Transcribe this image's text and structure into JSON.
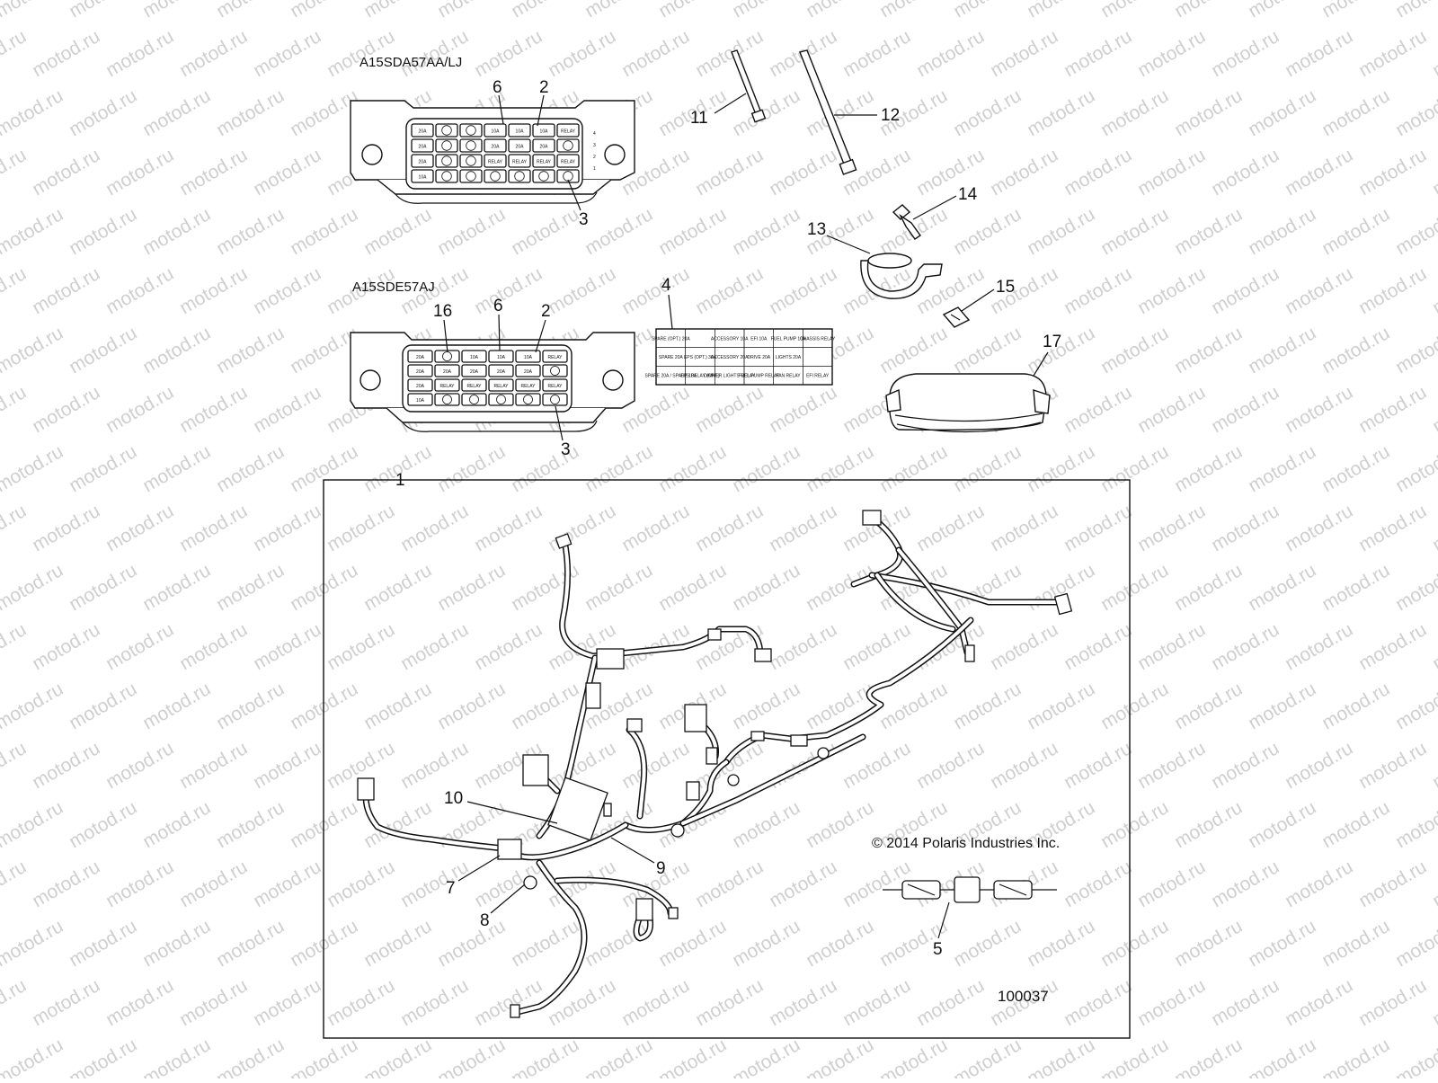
{
  "watermark": "motod.ru",
  "models": {
    "top": "A15SDA57AA/LJ",
    "middle": "A15SDE57AJ"
  },
  "callouts": {
    "c1": "1",
    "c2a": "2",
    "c2b": "2",
    "c3a": "3",
    "c3b": "3",
    "c4": "4",
    "c5": "5",
    "c6a": "6",
    "c6b": "6",
    "c7": "7",
    "c8": "8",
    "c9": "9",
    "c10": "10",
    "c11": "11",
    "c12": "12",
    "c13": "13",
    "c14": "14",
    "c15": "15",
    "c16": "16",
    "c17": "17"
  },
  "copyright": "© 2014 Polaris Industries Inc.",
  "figure_number": "100037",
  "fuse_label_table": {
    "rows": [
      [
        "SPARE (OPT.) 20A",
        "",
        "ACCESSORY 10A",
        "EFI 10A",
        "FUEL PUMP 10A",
        "CHASSIS RELAY"
      ],
      [
        "SPARE 20A",
        "EPS (OPT.) 30A",
        "ACCESSORY 20A",
        "DRIVE 20A",
        "LIGHTS 20A",
        ""
      ],
      [
        "SPARE 20A / SPARE 10A",
        "EPS RELAY (OPT.)",
        "DIMMER LIGHTS RELAY",
        "FUEL PUMP RELAY",
        "FAN RELAY",
        "EFI RELAY"
      ]
    ]
  },
  "fusebox_top": {
    "cells": [
      "20A",
      "",
      "",
      "10A",
      "10A",
      "10A",
      "RELAY",
      "20A",
      "",
      "",
      "20A",
      "20A",
      "20A",
      "",
      "20A",
      "",
      "",
      "RELAY",
      "RELAY",
      "RELAY",
      "RELAY",
      "10A",
      "",
      "",
      "",
      "",
      "",
      ""
    ],
    "side_numbers": [
      "4",
      "3",
      "2",
      "1"
    ]
  },
  "fusebox_mid": {
    "cells": [
      "20A",
      "",
      "10A",
      "10A",
      "10A",
      "RELAY",
      "20A",
      "20A",
      "20A",
      "20A",
      "20A",
      "",
      "20A",
      "RELAY",
      "RELAY",
      "RELAY",
      "RELAY",
      "RELAY",
      "10A",
      "",
      "",
      "",
      "",
      ""
    ]
  }
}
